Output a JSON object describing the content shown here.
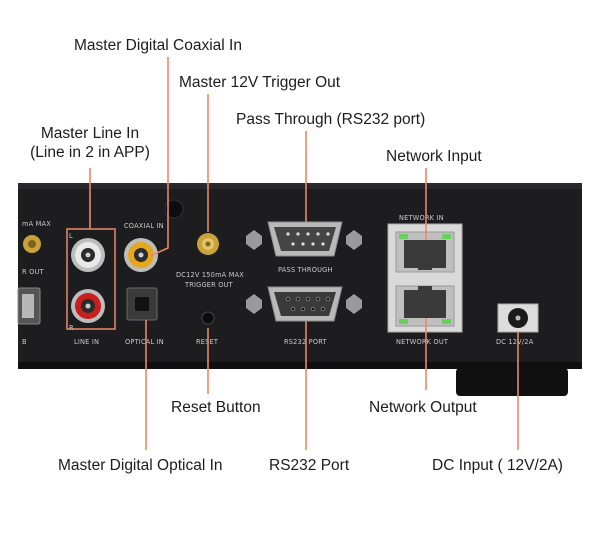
{
  "callouts": {
    "master_digital_coaxial_in": "Master Digital Coaxial In",
    "master_12v_trigger_out": "Master 12V Trigger Out",
    "pass_through": "Pass Through (RS232 port)",
    "master_line_in_line1": "Master Line In",
    "master_line_in_line2": "(Line in 2 in APP)",
    "network_input": "Network Input",
    "reset_button": "Reset Button",
    "network_output": "Network Output",
    "master_digital_optical_in": "Master Digital Optical In",
    "rs232_port": "RS232 Port",
    "dc_input": "DC Input ( 12V/2A)"
  },
  "panel_labels": {
    "partial_left_top": "mA MAX",
    "partial_left_mid": "R OUT",
    "partial_left_bottom": "B",
    "coaxial_in": "COAXIAL IN",
    "trigger_line1": "DC12V 150mA MAX",
    "trigger_line2": "TRIGGER OUT",
    "line_in": "LINE IN",
    "line_in_l": "L",
    "line_in_r": "R",
    "optical_in": "OPTICAL IN",
    "reset": "RESET",
    "pass_through": "PASS THROUGH",
    "rs232_port": "RS232 PORT",
    "network_in": "NETWORK IN",
    "network_out": "NETWORK OUT",
    "dc_power": "DC 12V/2A"
  },
  "colors": {
    "leader_line": "#e8896a",
    "panel_body": "#1d1d1f",
    "panel_label": "#c9c9c9",
    "gold": "#c9a23a",
    "rca_red": "#c81e1e",
    "rca_white": "#e9e9e9"
  }
}
